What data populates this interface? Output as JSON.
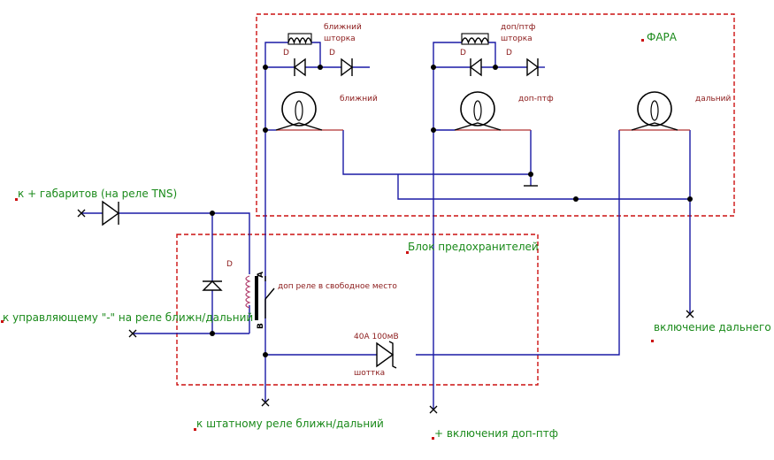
{
  "box_labels": {
    "headlight": "ФАРА",
    "fuse_block": "Блок предохранителей"
  },
  "connection_labels": {
    "side_lights": "к + габаритов (на реле TNS)",
    "control_minus": "к управляющему \"-\" на реле ближн/дальний",
    "stock_relay": "к штатному реле ближн/дальний",
    "aux_enable": "+ включения доп-птф",
    "high_enable": "включение дальнего"
  },
  "component_labels": {
    "low_shutter": [
      "ближний",
      "шторка"
    ],
    "aux_shutter": [
      "доп/птф",
      "шторка"
    ],
    "low_lamp": "ближний",
    "aux_lamp": "доп-птф",
    "high_lamp": "дальний",
    "diode_1": "D",
    "diode_2": "D",
    "diode_3": "D",
    "diode_4": "D",
    "relay_diode": "D",
    "extra_relay": "доп реле в свободное место",
    "relay_pin_a": "A",
    "relay_pin_b": "B",
    "schottky_rating": "40A 100мВ",
    "schottky_name": "шоттка"
  }
}
